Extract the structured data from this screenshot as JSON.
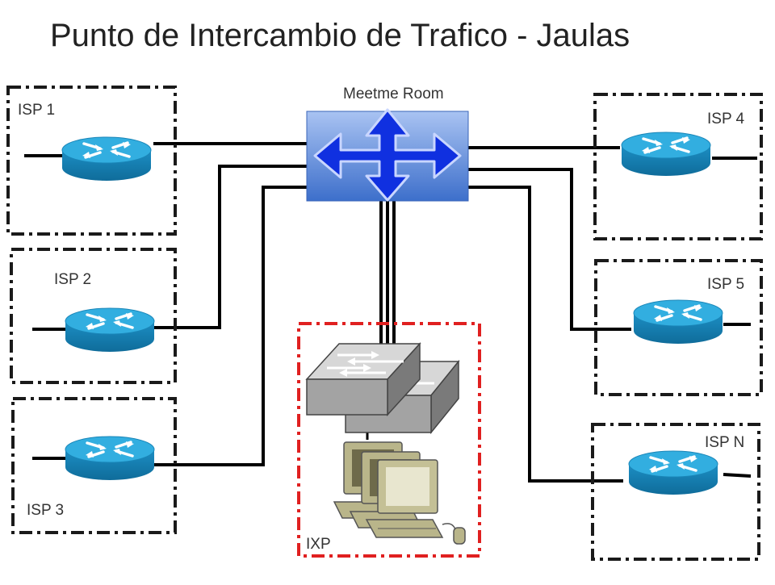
{
  "title": "Punto de Intercambio de Trafico - Jaulas",
  "meetme_label": "Meetme Room",
  "ixp_label": "IXP",
  "isps": [
    {
      "label": "ISP 1"
    },
    {
      "label": "ISP 2"
    },
    {
      "label": "ISP 3"
    },
    {
      "label": "ISP 4"
    },
    {
      "label": "ISP 5"
    },
    {
      "label": "ISP N"
    }
  ],
  "colors": {
    "cage_border": "#1a1a1a",
    "ixp_border": "#e02020",
    "router_top": "#2aa7d8",
    "router_side": "#1a7fb0",
    "meetme_fill": "#5a88d8",
    "arrow": "#1030e0",
    "link": "#000000"
  },
  "icons": {
    "router": "router-icon",
    "meetme": "four-way-arrow-icon",
    "switch": "switch-icon",
    "workstation": "workstation-icon"
  }
}
